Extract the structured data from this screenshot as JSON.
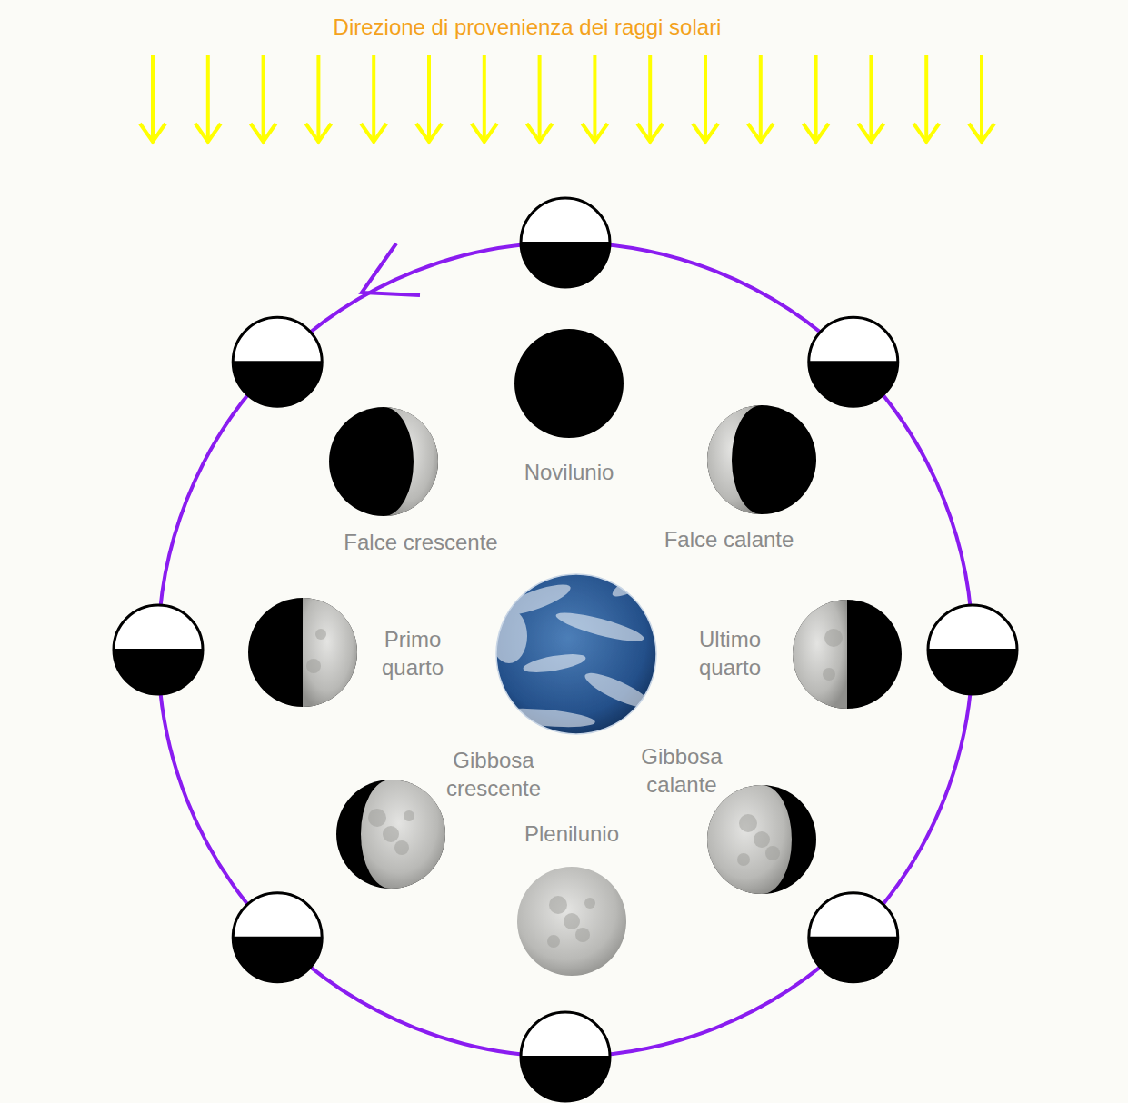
{
  "diagram": {
    "title": "Direzione di provenienza dei raggi solari",
    "labels": [
      "Novilunio",
      "Falce crescente",
      "Falce calante",
      "Primo quarto",
      "Ultimo quarto",
      "Gibbosa crescente",
      "Gibbosa calante",
      "Plenilunio"
    ]
  }
}
